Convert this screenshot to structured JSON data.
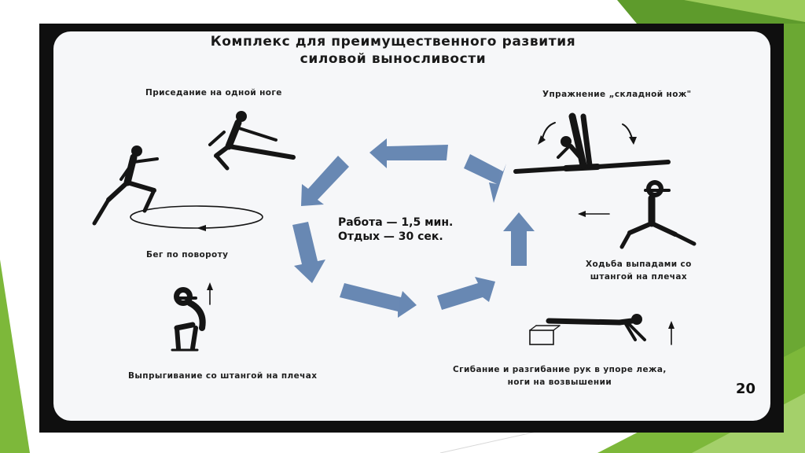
{
  "slide": {
    "title_line1": "Комплекс для преимущественного развития",
    "title_line2": "силовой выносливости",
    "center_line1": "Работа — 1,5 мин.",
    "center_line2": "Отдых — 30 сек.",
    "page_number": "20",
    "exercises": {
      "squat_one_leg": "Приседание на одной ноге",
      "jackknife": "Упражнение „складной нож\"",
      "run_turn": "Бег по повороту",
      "lunge_walk_1": "Ходьба выпадами со",
      "lunge_walk_2": "штангой на плечах",
      "jump_barbell": "Выпрыгивание со штангой на плечах",
      "pushup_1": "Сгибание и разгибание рук в упоре лежа,",
      "pushup_2": "ноги на возвышении"
    }
  },
  "colors": {
    "arrow": "#5d7fae",
    "frame": "#0f0f0f",
    "accent_green": "#7db83a",
    "card": "#f6f7f9"
  },
  "icons": [
    "circular-arrows-icon",
    "runner-figure",
    "squat-figure",
    "jackknife-figure",
    "lunge-figure",
    "jump-squat-figure",
    "pushup-figure"
  ]
}
